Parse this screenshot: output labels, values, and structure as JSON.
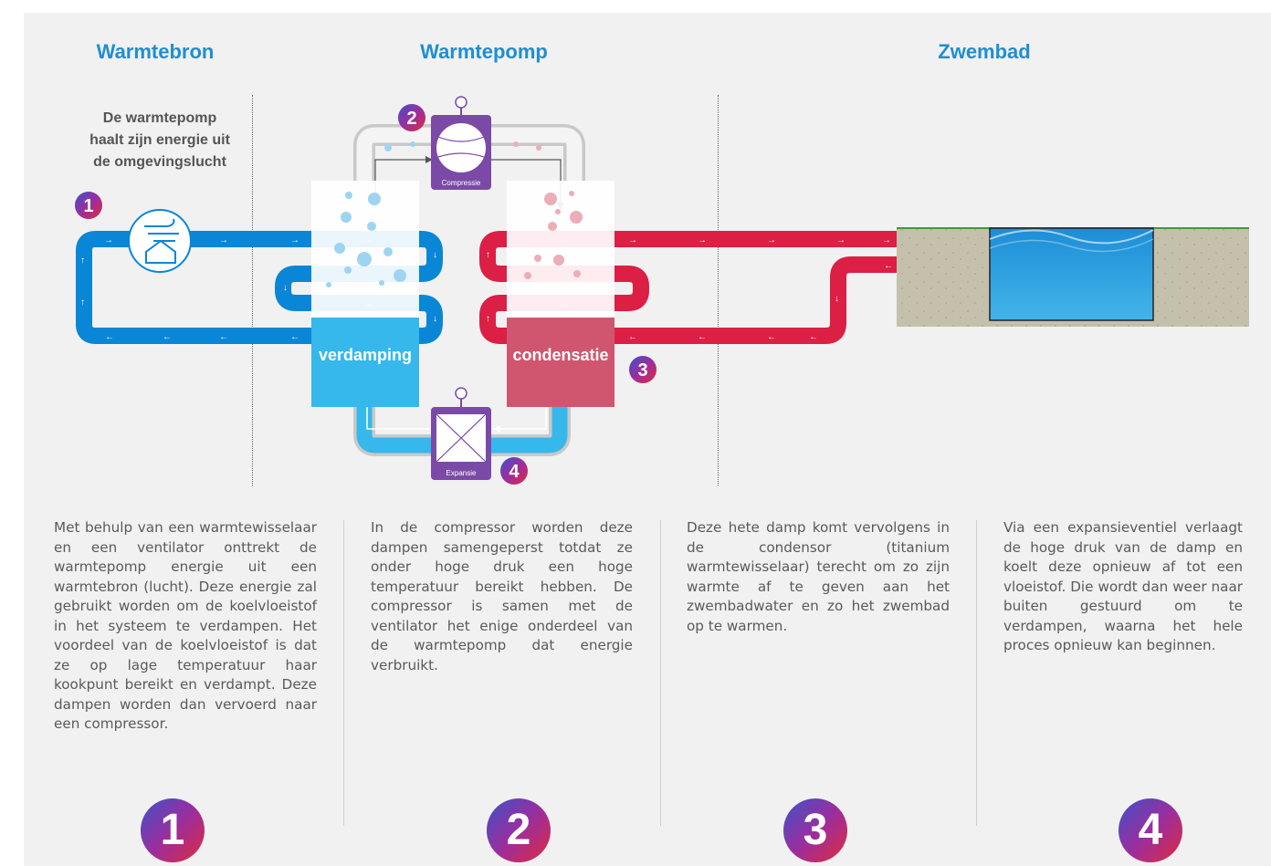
{
  "headers": {
    "source": "Warmtebron",
    "pump": "Warmtepomp",
    "pool": "Zwembad"
  },
  "intro": {
    "line1": "De warmtepomp",
    "line2": "haalt zijn energie uit",
    "line3": "de omgevingslucht"
  },
  "diagram": {
    "evaporation_label": "verdamping",
    "condensation_label": "condensatie",
    "compressor_label": "Compressie",
    "expansion_label": "Expansie",
    "step_badges": [
      "1",
      "2",
      "3",
      "4"
    ]
  },
  "steps": [
    {
      "number": "1",
      "text": "Met behulp van een warmtewisselaar en een ventilator onttrekt de warmtepomp energie uit een warmtebron (lucht). Deze energie zal gebruikt worden om de koelvloeistof in het systeem te verdampen. Het voordeel van de koelvloeistof is dat ze op lage temperatuur haar kookpunt bereikt en verdampt. Deze dampen worden dan vervoerd naar een compressor."
    },
    {
      "number": "2",
      "text": "In de compressor worden deze dampen samengeperst totdat ze onder hoge druk een hoge temperatuur bereikt hebben. De compressor is samen met de ventilator het enige onderdeel van de warmtepomp dat energie verbruikt."
    },
    {
      "number": "3",
      "text": "Deze hete damp komt vervolgens in de condensor (titanium warmtewisselaar) terecht om zo zijn warmte af te geven aan het zwembadwater en zo het zwembad op te warmen."
    },
    {
      "number": "4",
      "text": "Via een expansieventiel verlaagt de hoge druk van de damp en koelt deze opnieuw af tot een vloeistof. Die wordt dan weer naar buiten gestuurd om te verdampen, waarna het hele proces opnieuw kan beginnen."
    }
  ],
  "colors": {
    "blue_pipe": "#0a86d6",
    "red_pipe": "#dc1f45",
    "purple": "#7b4aa6",
    "header_blue": "#1f8ed1",
    "evaporator": "#34bbee",
    "condenser": "#d0566f"
  }
}
